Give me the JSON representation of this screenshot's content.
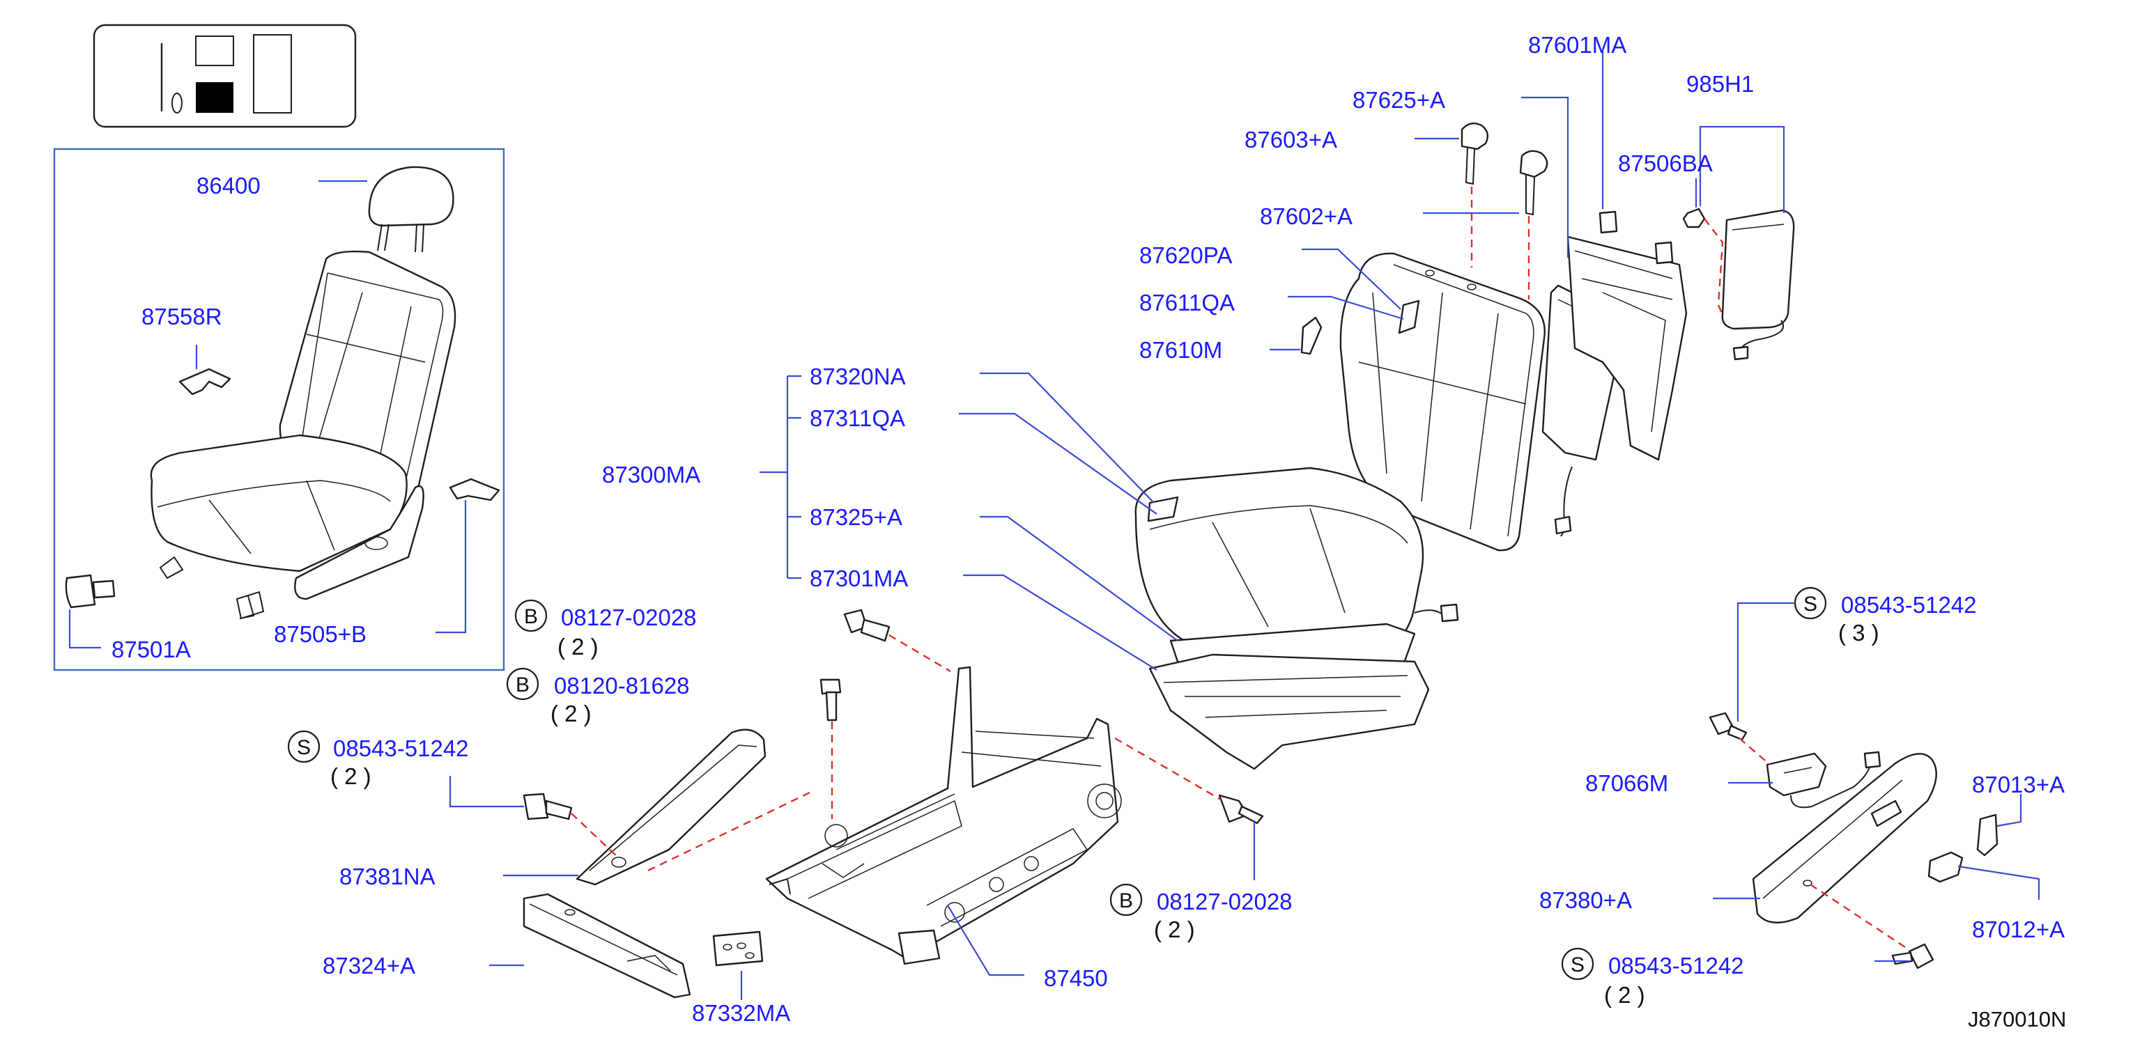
{
  "diagram": {
    "drawing_code": "J870010N",
    "colors": {
      "label": "#1a1aff",
      "leader": "#3b4bd6",
      "dashed_axis": "#e0302a",
      "outline": "#1e1e1e",
      "inset_frame": "#3b6fc0"
    },
    "inset_labels": {
      "headrest": "86400",
      "clip": "87558R",
      "knob": "87501A",
      "cover": "87505+B"
    },
    "seatback_labels": {
      "frame": "87601MA",
      "guide_a": "87625+A",
      "guide_b": "87603+A",
      "guide_c": "87602+A",
      "trim": "87620PA",
      "bezel": "87611QA",
      "lever": "87610M",
      "module": "985H1",
      "nut": "87506BA"
    },
    "cushion_labels": {
      "assembly": "87300MA",
      "trim": "87320NA",
      "pad": "87311QA",
      "heater": "87325+A",
      "frame": "87301MA"
    },
    "fastener_labels": {
      "bolt_top": {
        "prefix": "B",
        "part": "08127-02028",
        "qty": "( 2 )"
      },
      "bolt_mid": {
        "prefix": "B",
        "part": "08120-81628",
        "qty": "( 2 )"
      },
      "screw_left": {
        "prefix": "S",
        "part": "08543-51242",
        "qty": "( 2 )"
      },
      "bolt_right": {
        "prefix": "B",
        "part": "08127-02028",
        "qty": "( 2 )"
      },
      "screw_switch": {
        "prefix": "S",
        "part": "08543-51242",
        "qty": "( 3 )"
      },
      "screw_bottom": {
        "prefix": "S",
        "part": "08543-51242",
        "qty": "( 2 )"
      }
    },
    "frame_labels": {
      "finisher_inner": "87381NA",
      "finisher_rail": "87324+A",
      "switch_cover": "87332MA",
      "adjuster": "87450"
    },
    "side_labels": {
      "harness": "87066M",
      "finisher_outer": "87380+A",
      "knob_a": "87013+A",
      "knob_b": "87012+A"
    }
  }
}
